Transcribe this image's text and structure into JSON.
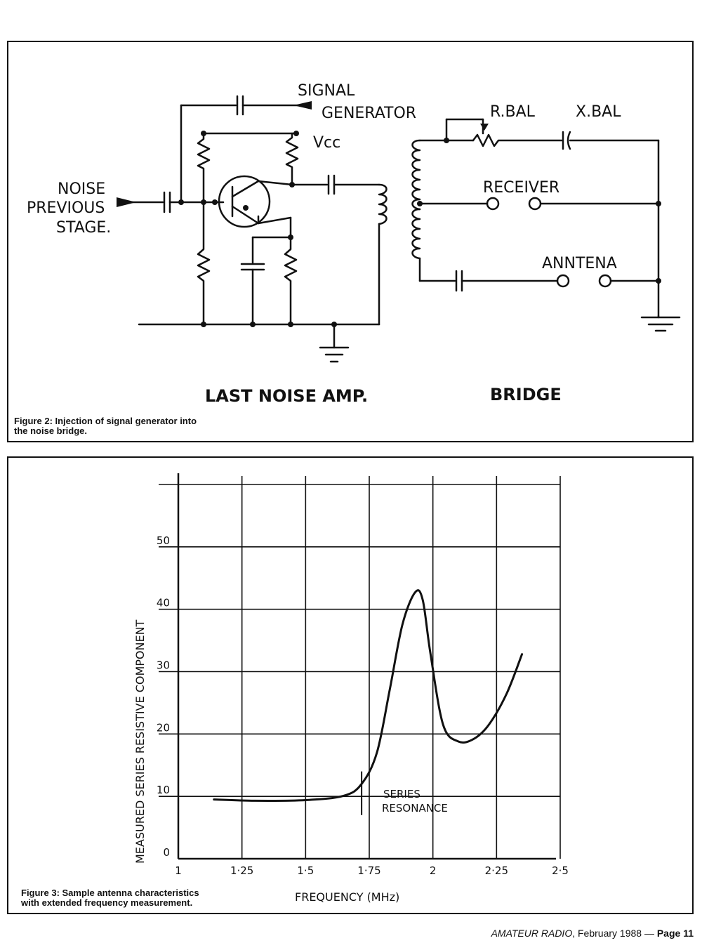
{
  "figure2": {
    "labels": {
      "signal_generator_1": "SIGNAL",
      "signal_generator_2": "GENERATOR",
      "vcc": "Vcc",
      "noise_1": "NOISE",
      "noise_2": "PREVIOUS",
      "noise_3": "STAGE.",
      "r_bal": "R.BAL",
      "x_bal": "X.BAL",
      "receiver": "RECEIVER",
      "antenna": "ANNTENA",
      "last_noise_amp": "LAST NOISE AMP.",
      "bridge": "BRIDGE"
    },
    "caption_line1": "Figure 2: Injection of signal generator into",
    "caption_line2": "the noise bridge."
  },
  "figure3": {
    "caption_line1": "Figure 3: Sample antenna characteristics",
    "caption_line2": "with extended frequency measurement."
  },
  "chart_data": {
    "type": "line",
    "title": "",
    "xlabel": "FREQUENCY (MHz)",
    "ylabel": "MEASURED SERIES RESISTIVE COMPONENT",
    "xlim": [
      1,
      2.5
    ],
    "ylim": [
      0,
      60
    ],
    "x_ticks": [
      "1",
      "1·25",
      "1·5",
      "1·75",
      "2",
      "2·25",
      "2·5"
    ],
    "y_ticks": [
      "0",
      "10",
      "20",
      "30",
      "40",
      "50"
    ],
    "grid": true,
    "series": [
      {
        "x": [
          1.14,
          1.3,
          1.5,
          1.65,
          1.72,
          1.78,
          1.83,
          1.88,
          1.93,
          1.96,
          1.99,
          2.04,
          2.1,
          2.16,
          2.22,
          2.29,
          2.35
        ],
        "y": [
          9.5,
          9.3,
          9.4,
          10.1,
          12.0,
          17.0,
          27.0,
          37.5,
          42.7,
          41.5,
          33.0,
          21.5,
          18.8,
          19.2,
          21.5,
          26.5,
          32.8
        ]
      }
    ],
    "annotations": [
      {
        "label_1": "SERIES",
        "label_2": "RESONANCE",
        "x": 1.72
      }
    ]
  },
  "footer": {
    "magazine": "AMATEUR RADIO",
    "date": ", February 1988 — ",
    "page": "Page 11"
  }
}
